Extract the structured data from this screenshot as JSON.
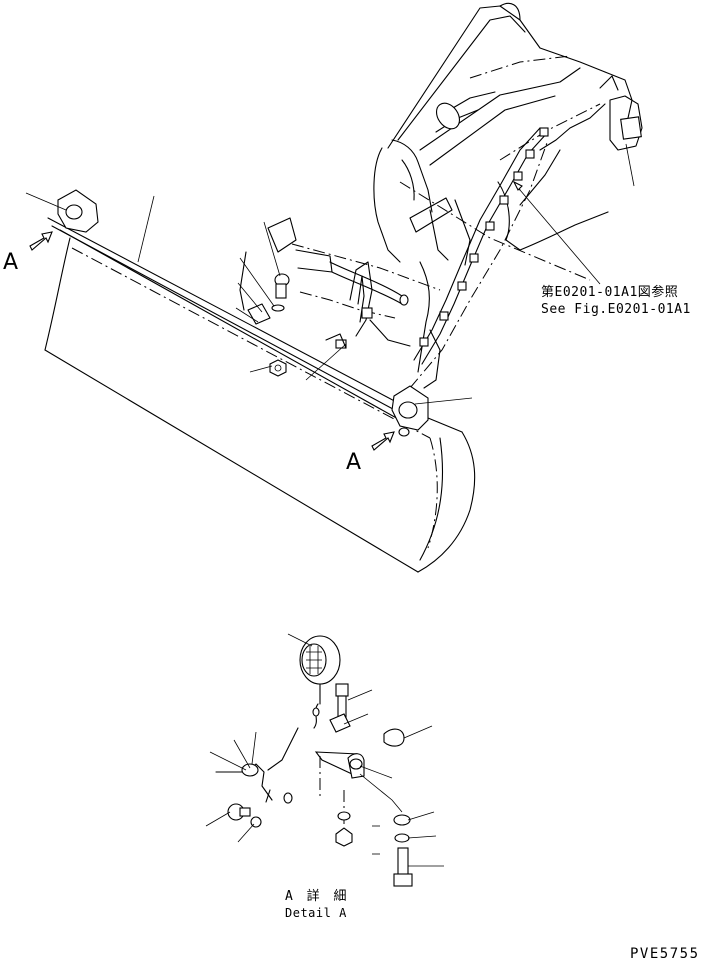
{
  "figure": {
    "reference_ja": "第E0201-01A1図参照",
    "reference_en": "See Fig.E0201-01A1",
    "detail_ja": "A 詳 細",
    "detail_en": "Detail A",
    "view_marker_1": "A",
    "view_marker_2": "A",
    "drawing_number": "PVE5755"
  }
}
